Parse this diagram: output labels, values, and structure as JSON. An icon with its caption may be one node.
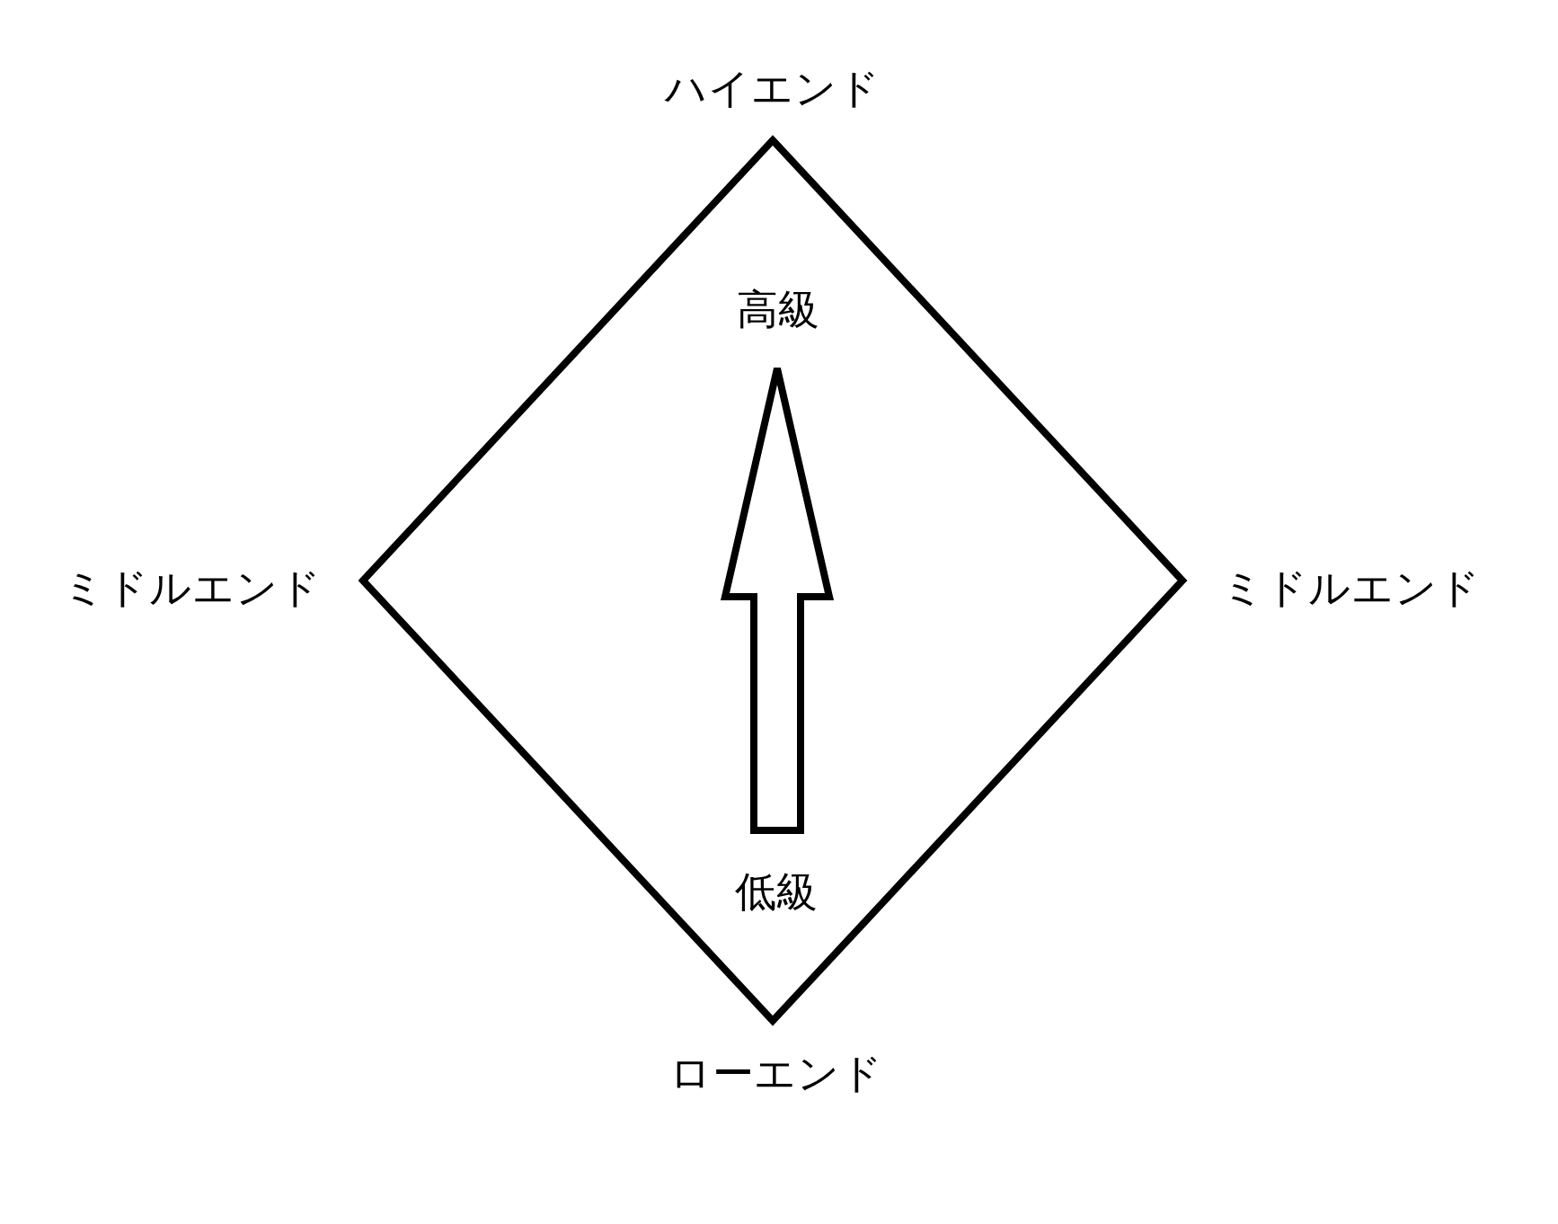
{
  "diagram": {
    "nodes": [
      {
        "text": [],
        "shape": "diamond"
      },
      {
        "text": [
          "高級"
        ],
        "in": 0
      },
      {
        "text": [
          "低級"
        ],
        "in": 0
      }
    ],
    "edges": [
      {
        "from": 2,
        "to": 1,
        "arrow": "to"
      }
    ],
    "labels": [
      "ハイエンド",
      "ミドルエンド",
      "ミドルエンド",
      "ローエンド"
    ]
  }
}
